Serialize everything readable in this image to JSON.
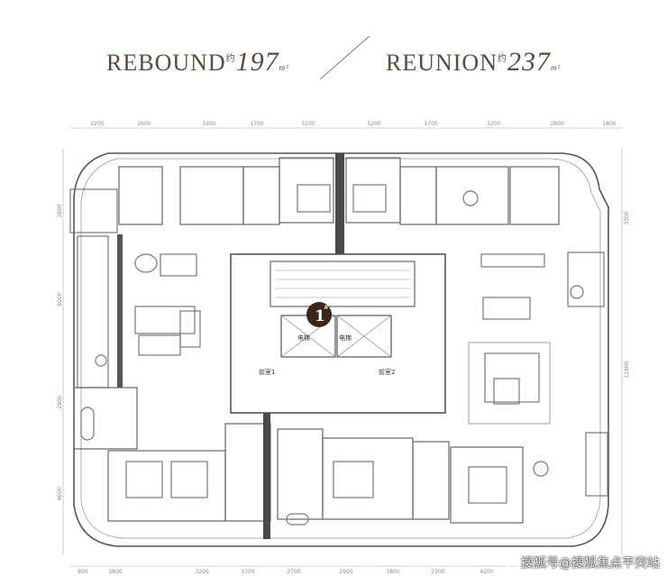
{
  "header": {
    "left": {
      "name": "REBOUND",
      "sup": "约",
      "area": "197",
      "unit": "m²"
    },
    "right": {
      "name": "REUNION",
      "sup": "约",
      "area": "237",
      "unit": "m²"
    }
  },
  "dimensions": {
    "top": [
      "2200",
      "2600",
      "3300",
      "1700",
      "3100",
      "5200",
      "1700",
      "5200",
      "2800",
      "1800"
    ],
    "bottom": [
      "800",
      "3800",
      "3200",
      "1700",
      "2700",
      "2600",
      "1800",
      "2300",
      "4200"
    ],
    "left": [
      "2800",
      "8000",
      "2800",
      "4600"
    ],
    "right": [
      "3300",
      "11800"
    ]
  },
  "core": {
    "badge_number": "1",
    "badge_sup": "#",
    "elevator_left": "电梯",
    "elevator_right": "电梯",
    "lobby_left": "前室1",
    "lobby_right": "前室2"
  },
  "watermark": {
    "text": "搜狐号@搜狐焦点平突站"
  },
  "colors": {
    "title": "#5a4a3e",
    "wall": "#555555",
    "shaft": "#4a4a4a",
    "badge": "#3b2418"
  }
}
